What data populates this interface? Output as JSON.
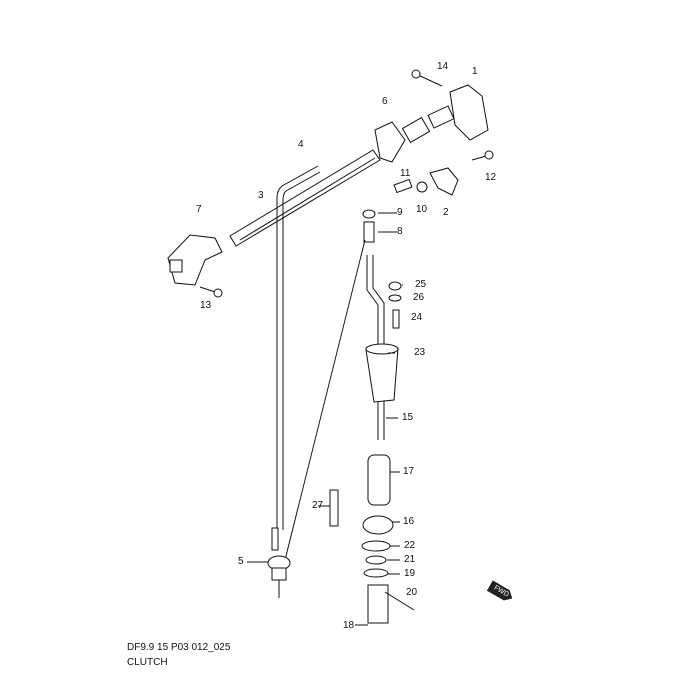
{
  "diagram": {
    "model_code": "DF9.9 15 P03 012_025",
    "title": "CLUTCH",
    "fwd_icon_label": "FWD",
    "parts": [
      {
        "no": "1"
      },
      {
        "no": "2"
      },
      {
        "no": "3"
      },
      {
        "no": "4"
      },
      {
        "no": "5"
      },
      {
        "no": "6"
      },
      {
        "no": "7"
      },
      {
        "no": "8"
      },
      {
        "no": "9"
      },
      {
        "no": "10"
      },
      {
        "no": "11"
      },
      {
        "no": "12"
      },
      {
        "no": "13"
      },
      {
        "no": "14"
      },
      {
        "no": "15"
      },
      {
        "no": "16"
      },
      {
        "no": "17"
      },
      {
        "no": "18"
      },
      {
        "no": "19"
      },
      {
        "no": "20"
      },
      {
        "no": "21"
      },
      {
        "no": "22"
      },
      {
        "no": "23"
      },
      {
        "no": "24"
      },
      {
        "no": "25"
      },
      {
        "no": "26"
      },
      {
        "no": "27"
      }
    ]
  }
}
